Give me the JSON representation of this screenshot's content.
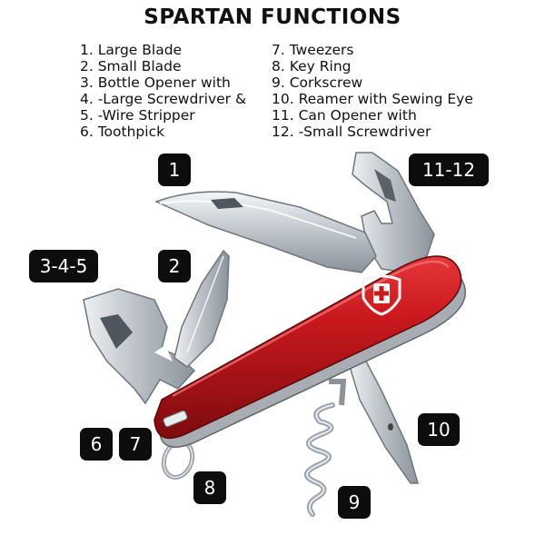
{
  "title": "SPARTAN FUNCTIONS",
  "functions_left": [
    "1. Large Blade",
    "2. Small Blade",
    "3. Bottle Opener with",
    "4. -Large Screwdriver &",
    "5. -Wire Stripper",
    "6. Toothpick"
  ],
  "functions_right": [
    "7. Tweezers",
    "8. Key Ring",
    "9. Corkscrew",
    "10. Reamer with Sewing Eye",
    "11. Can Opener with",
    "12. -Small Screwdriver"
  ],
  "labels": {
    "large_blade": "1",
    "small_blade": "2",
    "bottle_opener": "3-4-5",
    "toothpick": "6",
    "tweezers": "7",
    "key_ring": "8",
    "corkscrew": "9",
    "reamer": "10",
    "can_opener": "11-12"
  },
  "colors": {
    "handle_red": "#c8181d",
    "steel": "#c9ced3",
    "badge": "#0d0d0d"
  }
}
